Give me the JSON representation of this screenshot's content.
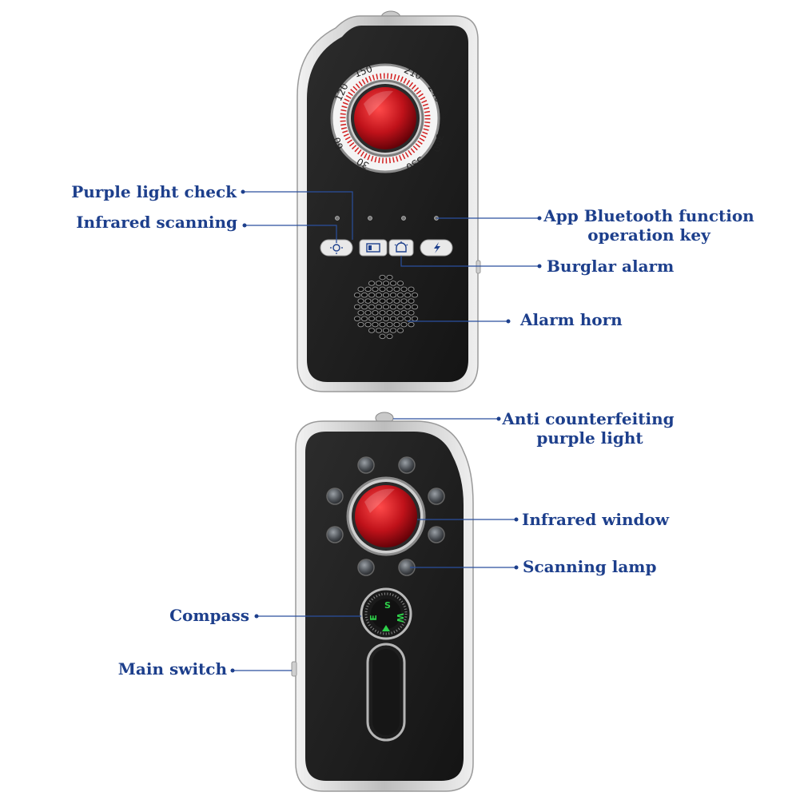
{
  "labels": {
    "purple_light_check": "Purple light check",
    "infrared_scanning": "Infrared scanning",
    "app_bluetooth_line1": "App Bluetooth function",
    "app_bluetooth_line2": "operation key",
    "burglar_alarm": "Burglar alarm",
    "alarm_horn": "Alarm horn",
    "anti_counterfeiting_line1": "Anti counterfeiting",
    "anti_counterfeiting_line2": "purple light",
    "infrared_window": "Infrared window",
    "scanning_lamp": "Scanning lamp",
    "compass": "Compass",
    "main_switch": "Main switch"
  },
  "dial_numbers": [
    "150",
    "210",
    "240",
    "300",
    "330",
    "30",
    "60",
    "120"
  ],
  "compass_letters": {
    "south": "S",
    "east": "E",
    "west": "W"
  },
  "colors": {
    "label_text": "#1d3f8c",
    "device_body": "#1b1b1b",
    "lens_red": "#c0121a",
    "compass_green": "#2ed04a"
  },
  "icons": {
    "buttons": [
      "infrared-scan-icon",
      "purple-light-icon",
      "burglar-alarm-icon",
      "bluetooth-key-icon"
    ]
  }
}
